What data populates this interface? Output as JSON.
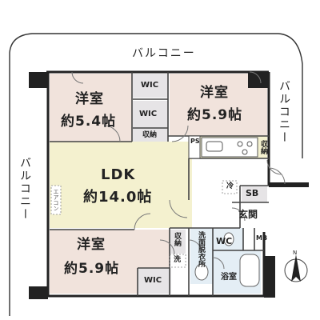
{
  "balconies": {
    "top": "バルコニー",
    "right": "バルコニー",
    "left": "バルコニー"
  },
  "rooms": {
    "western_top_left": {
      "name": "洋室",
      "size": "約5.4帖"
    },
    "western_top_right": {
      "name": "洋室",
      "size": "約5.9帖"
    },
    "ldk": {
      "name": "LDK",
      "size": "約14.0帖"
    },
    "western_bottom_left": {
      "name": "洋室",
      "size": "約5.9帖"
    }
  },
  "labels": {
    "wic_top": "WIC",
    "wic_middle": "WIC",
    "wic_bottom": "WIC",
    "storage_top": "収納",
    "storage_kitchen": "収納",
    "storage_bottom": "収納",
    "ps": "PS",
    "sb": "SB",
    "entrance": "玄関",
    "wc": "WC",
    "mb": "MB",
    "washroom": "洗面脱衣所",
    "bath": "浴室",
    "fridge": "冷",
    "washer": "洗",
    "aircon": "エアコン"
  },
  "colors": {
    "floor_wood": "#f1e3dc",
    "ldk_floor": "#f4f1cf",
    "wet_area": "#e4eef5",
    "closet": "#e6e4e6",
    "wall": "#222222",
    "balcony_line": "#333333"
  },
  "icons": [
    "north-arrow-icon",
    "sink-icon",
    "stove-icon",
    "toilet-icon",
    "bathtub-icon",
    "washbasin-icon"
  ]
}
